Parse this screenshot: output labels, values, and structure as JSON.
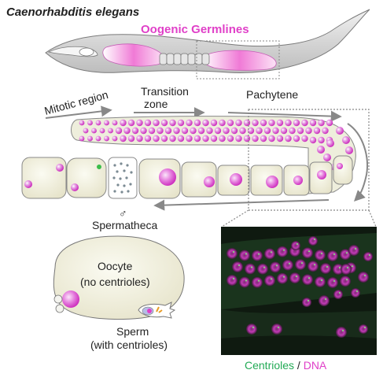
{
  "title": "Caenorhabditis elegans",
  "subtitle": "Oogenic Germlines",
  "regions": {
    "mitotic": "Mitotic region",
    "transition_line1": "Transition",
    "transition_line2": "zone",
    "pachytene": "Pachytene"
  },
  "spermatheca": {
    "symbol": "♂",
    "label": "Spermatheca"
  },
  "cell": {
    "oocyte_line1": "Oocyte",
    "oocyte_line2": "(no centrioles)",
    "sperm_line1": "Sperm",
    "sperm_line2": "(with centrioles)"
  },
  "micrograph": {
    "label_centrioles": "Centrioles",
    "label_sep": " / ",
    "label_dna": "DNA"
  },
  "colors": {
    "magenta": "#e040c8",
    "nucleus": "#e8a3e6",
    "cytoplasm": "#eeeedc",
    "centriole_green": "#22aa55",
    "micro_bg": "#0f1a10"
  }
}
